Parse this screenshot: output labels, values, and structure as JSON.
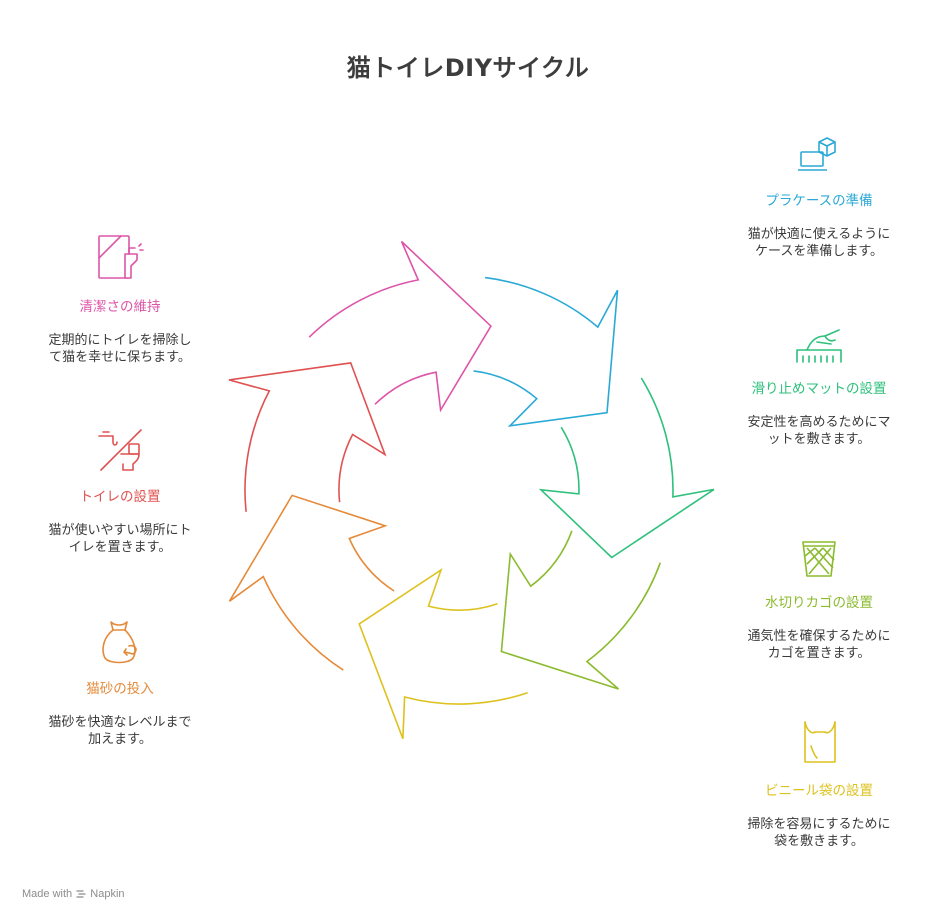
{
  "title": "猫トイレDIYサイクル",
  "steps": [
    {
      "id": "case",
      "label": "プラケースの準備",
      "desc": "猫が快適に使えるようにケースを準備します。",
      "color": "#2aa9d6",
      "icon": "laptop-box-icon"
    },
    {
      "id": "mat",
      "label": "滑り止めマットの設置",
      "desc": "安定性を高めるためにマットを敷きます。",
      "color": "#2fc07c",
      "icon": "hand-comb-icon"
    },
    {
      "id": "basket",
      "label": "水切りカゴの設置",
      "desc": "通気性を確保するためにカゴを置きます。",
      "color": "#8cbb2f",
      "icon": "basket-icon"
    },
    {
      "id": "bag",
      "label": "ビニール袋の設置",
      "desc": "掃除を容易にするために袋を敷きます。",
      "color": "#ddc21f",
      "icon": "bag-icon"
    },
    {
      "id": "sand",
      "label": "猫砂の投入",
      "desc": "猫砂を快適なレベルまで加えます。",
      "color": "#e58a3a",
      "icon": "sack-icon"
    },
    {
      "id": "toilet",
      "label": "トイレの設置",
      "desc": "猫が使いやすい場所にトイレを置きます。",
      "color": "#e05252",
      "icon": "toilet-icon"
    },
    {
      "id": "clean",
      "label": "清潔さの維持",
      "desc": "定期的にトイレを掃除して猫を幸せに保ちます。",
      "color": "#dd55a8",
      "icon": "spray-icon"
    }
  ],
  "footer": {
    "made_with": "Made with",
    "brand": "Napkin"
  }
}
